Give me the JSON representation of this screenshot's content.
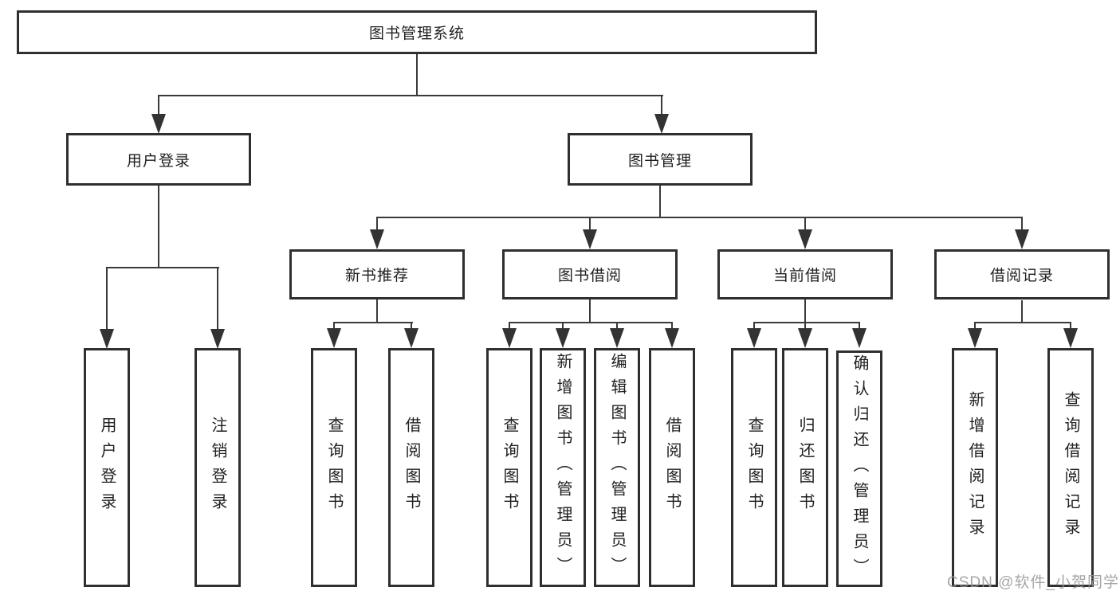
{
  "diagram_title": "图书管理系统",
  "tree": {
    "root": {
      "label": "图书管理系统"
    },
    "branches": [
      {
        "label": "用户登录",
        "children": [
          {
            "label": "用户登录"
          },
          {
            "label": "注销登录"
          }
        ]
      },
      {
        "label": "图书管理",
        "children": [
          {
            "label": "新书推荐",
            "children": [
              {
                "label": "查询图书"
              },
              {
                "label": "借阅图书"
              }
            ]
          },
          {
            "label": "图书借阅",
            "children": [
              {
                "label": "查询图书"
              },
              {
                "label": "新增图书（管理员）"
              },
              {
                "label": "编辑图书（管理员）"
              },
              {
                "label": "借阅图书"
              }
            ]
          },
          {
            "label": "当前借阅",
            "children": [
              {
                "label": "查询图书"
              },
              {
                "label": "归还图书"
              },
              {
                "label": "确认归还（管理员）"
              }
            ]
          },
          {
            "label": "借阅记录",
            "children": [
              {
                "label": "新增借阅记录"
              },
              {
                "label": "查询借阅记录"
              }
            ]
          }
        ]
      }
    ]
  },
  "watermark": "CSDN @软件_小贺同学",
  "colors": {
    "line": "#3a3a3a",
    "border": "#2f2f2f",
    "text": "#1f1f1f",
    "watermark": "#969696",
    "background": "#ffffff"
  }
}
